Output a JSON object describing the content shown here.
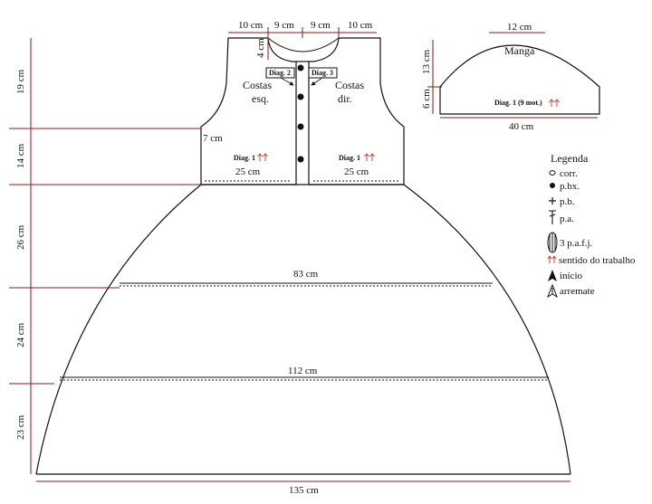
{
  "dimensions": {
    "left_shoulder": "10 cm",
    "left_neck": "9 cm",
    "right_neck": "9 cm",
    "right_shoulder": "10 cm",
    "neck_depth": "4 cm",
    "armhole_height": "19 cm",
    "underarm": "7 cm",
    "bodice_lower_height": "14 cm",
    "back_width_left": "25 cm",
    "back_width_right": "25 cm",
    "skirt_height_1": "26 cm",
    "skirt_width_1": "83 cm",
    "skirt_height_2": "24 cm",
    "skirt_width_2": "112 cm",
    "skirt_height_3": "23 cm",
    "hem_width": "135 cm"
  },
  "labels": {
    "costas_esq_1": "Costas",
    "costas_esq_2": "esq.",
    "costas_dir_1": "Costas",
    "costas_dir_2": "dir.",
    "diag2": "Diag. 2",
    "diag3": "Diag. 3",
    "diag1_left": "Diag. 1",
    "diag1_right": "Diag. 1"
  },
  "sleeve": {
    "title": "Manga",
    "top_width": "12 cm",
    "cap_height": "13 cm",
    "base_height": "6 cm",
    "diag": "Diag. 1 (9 mot.)",
    "width": "40 cm"
  },
  "legend": {
    "title": "Legenda",
    "items": [
      {
        "symbol": "open-circle-icon",
        "text": "corr."
      },
      {
        "symbol": "filled-dot-icon",
        "text": "p.bx."
      },
      {
        "symbol": "plus-icon",
        "text": "p.b."
      },
      {
        "symbol": "t-stitch-icon",
        "text": "p.a."
      },
      {
        "symbol": "cluster-icon",
        "text": "3 p.a.f.j."
      },
      {
        "symbol": "red-arrows-icon",
        "text": "sentido do trabalho"
      },
      {
        "symbol": "filled-arrowhead-icon",
        "text": "início"
      },
      {
        "symbol": "open-arrowhead-icon",
        "text": "arremate"
      }
    ]
  },
  "colors": {
    "dimension_line": "#8b1a1a",
    "outline": "#111111",
    "arrow_red": "#c0392b"
  }
}
